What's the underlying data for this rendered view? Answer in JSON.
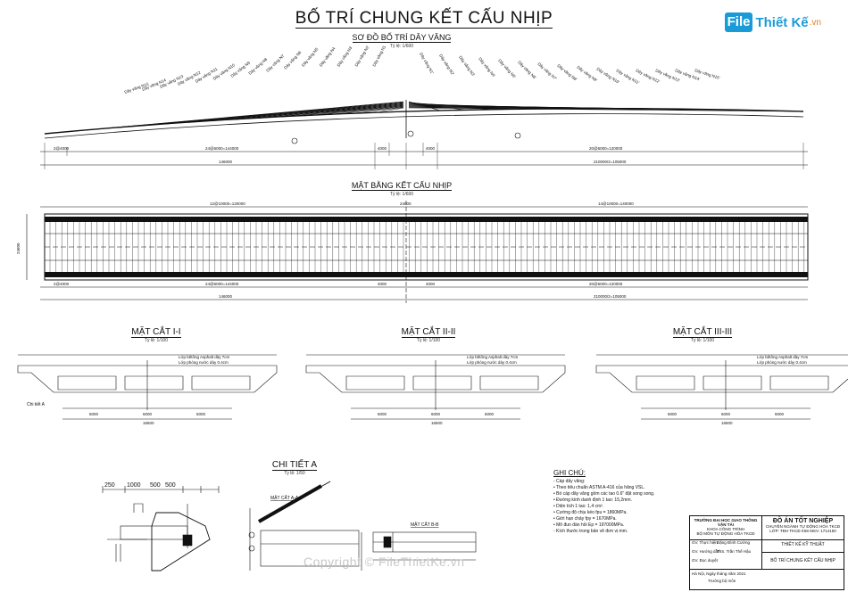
{
  "title": "BỐ TRÍ CHUNG KẾT CẤU NHỊP",
  "logo": {
    "brand": "File",
    "name": "Thiết Kế",
    "tld": ".vn"
  },
  "cable_diagram": {
    "title": "SƠ ĐỒ BỐ TRÍ DÂY VĂNG",
    "scale": "Tỷ lệ: 1/600",
    "cables_left": [
      "Dây văng N15",
      "Dây văng N14",
      "Dây văng N13",
      "Dây văng N12",
      "Dây văng N11",
      "Dây văng N10",
      "Dây văng N9",
      "Dây văng N8",
      "Dây văng N7",
      "Dây văng N6",
      "Dây văng N5",
      "Dây văng N4",
      "Dây văng N3",
      "Dây văng N2",
      "Dây văng N1"
    ],
    "cables_right": [
      "Dây văng N1'",
      "Dây văng N2'",
      "Dây văng N3'",
      "Dây văng N4'",
      "Dây văng N5'",
      "Dây văng N6'",
      "Dây văng N7'",
      "Dây văng N8'",
      "Dây văng N9'",
      "Dây văng N10'",
      "Dây văng N11'",
      "Dây văng N12'",
      "Dây văng N13'",
      "Dây văng N14'",
      "Dây văng N15'"
    ],
    "dims": [
      "2@4000",
      "24@6000=144000",
      "4000",
      "4000",
      "20@6000=120000",
      "146000",
      "210000/2=105000"
    ]
  },
  "plan": {
    "title": "MẶT BẰNG KẾT CẤU NHỊP",
    "scale": "Tỷ lệ: 1/600",
    "dims_top": [
      "12@10000=120000",
      "24000",
      "14@10000=140000"
    ],
    "dims_bottom": [
      "2@4000",
      "24@6000=144000",
      "4000",
      "4000",
      "20@6000=120000",
      "146000",
      "210000/2=105000"
    ],
    "width": "24600"
  },
  "sections": [
    {
      "title": "MẶT CẮT I-I",
      "scale": "Tỷ lệ: 1/100",
      "notes": [
        "Lớp bêtông Asphalt dày 7cm",
        "Lớp phòng nước dày 0.4cm"
      ],
      "dims": [
        "5000",
        "6000",
        "5000",
        "16500"
      ],
      "callout": "Chi tiết A"
    },
    {
      "title": "MẶT CẮT II-II",
      "scale": "Tỷ lệ: 1/100",
      "notes": [
        "Lớp bêtông Asphalt dày 7cm",
        "Lớp phòng nước dày 0.4cm"
      ],
      "dims": [
        "5000",
        "6000",
        "5000",
        "16500"
      ]
    },
    {
      "title": "MẶT CẮT III-III",
      "scale": "Tỷ lệ: 1/100",
      "notes": [
        "Lớp bêtông Asphalt dày 7cm",
        "Lớp phòng nước dày 0.4cm"
      ],
      "dims": [
        "5000",
        "6000",
        "5000",
        "16500"
      ]
    }
  ],
  "detail": {
    "title": "CHI TIẾT A",
    "scale": "Tỷ lệ: 1/50",
    "dims": [
      "250",
      "1000",
      "500",
      "500"
    ],
    "sub_a": "MẶT CẮT A-A",
    "sub_b": "MẶT CẮT B-B"
  },
  "notes": {
    "heading": "GHI CHÚ:",
    "lines": [
      "- Cáp dây văng:",
      "  • Theo tiêu chuẩn ASTM A-416 của hãng VSL.",
      "  • Bó cáp dây văng gồm các tao 0.6\" đặt song song.",
      "  • Đường kính danh định 1 tao: 15,2mm.",
      "  • Diện tích 1 tao: 1,4 cm².",
      "  • Cường độ chịu kéo fpu = 1860MPa.",
      "  • Giới hạn chảy fpy = 1670MPa.",
      "  • Mô đun đàn hồi Ep = 197000MPa.",
      "- Kích thước trong bản vẽ đơn vị mm."
    ]
  },
  "title_block": {
    "school": "TRƯỜNG ĐẠI HỌC GIAO THÔNG VẬN TẢI",
    "faculty": "KHOA CÔNG TRÌNH",
    "dept": "BỘ MÔN TỰ ĐỘNG HÓA TKCĐ",
    "project": "ĐỒ ÁN TỐT NGHIỆP",
    "major": "CHUYÊN NGÀNH TỰ ĐỘNG HÓA TKCĐ",
    "class": "LỚP: TĐH TKCĐ K58",
    "sheet_code": "MSV: 1714150",
    "design_label": "THIẾT KẾ KỸ THUẬT",
    "drawing_name": "BỐ TRÍ CHUNG KẾT CẤU NHỊP",
    "roles": [
      "GV. Thực hiện",
      "GV. Hướng dẫn",
      "GV. Đọc duyệt"
    ],
    "names": [
      "Đặng Đình Cường",
      "ThS. Trần Thế Hậu",
      ""
    ],
    "date": "Hà Nội, Ngày  tháng  năm 2021",
    "stamp": "Trưởng bộ môn"
  },
  "watermark": "Copyright © FileThietKe.vn"
}
